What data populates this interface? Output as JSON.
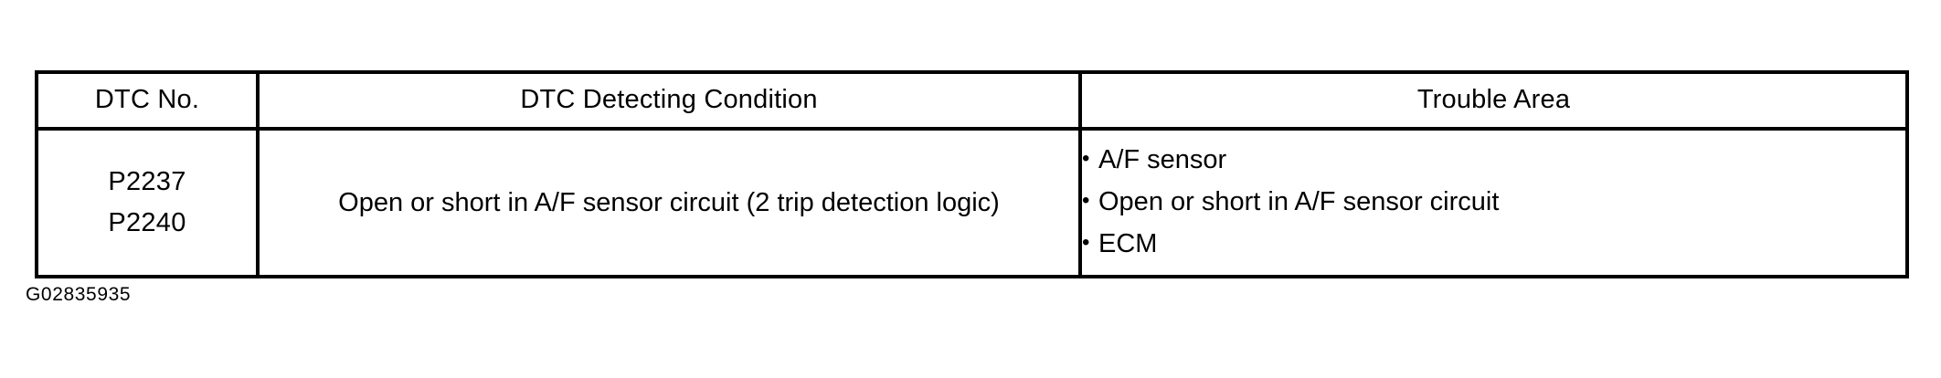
{
  "document": {
    "caption": "G02835935",
    "border_color": "#000000",
    "background_color": "#ffffff",
    "text_color": "#000000"
  },
  "table": {
    "columns": [
      {
        "key": "dtc_no",
        "label": "DTC No."
      },
      {
        "key": "detecting_condition",
        "label": "DTC Detecting Condition"
      },
      {
        "key": "trouble_area",
        "label": "Trouble Area"
      }
    ],
    "rows": [
      {
        "dtc_codes": [
          "P2237",
          "P2240"
        ],
        "detecting_condition": "Open or short in A/F sensor circuit (2 trip detection logic)",
        "trouble_area": [
          "A/F sensor",
          "Open or short in A/F sensor circuit",
          "ECM"
        ],
        "bullet_glyph": "•"
      }
    ]
  }
}
